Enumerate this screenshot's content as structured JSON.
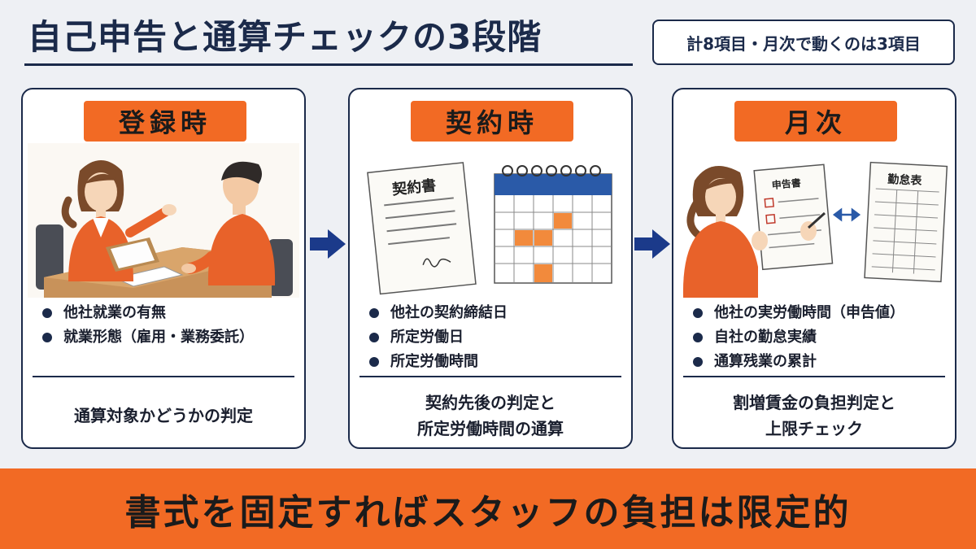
{
  "header": {
    "title": "自己申告と通算チェックの3段階",
    "count_badge": "計8項目・月次で動くのは3項目"
  },
  "stages": [
    {
      "label": "登録時",
      "bullets": [
        "他社就業の有無",
        "就業形態（雇用・業務委託）"
      ],
      "result": "通算対象かどうかの判定"
    },
    {
      "label": "契約時",
      "illustration_text": [
        "契約書"
      ],
      "bullets": [
        "他社の契約締結日",
        "所定労働日",
        "所定労働時間"
      ],
      "result": "契約先後の判定と\n所定労働時間の通算"
    },
    {
      "label": "月次",
      "illustration_text": [
        "申告書",
        "勤怠表"
      ],
      "bullets": [
        "他社の実労働時間（申告値）",
        "自社の勤怠実績",
        "通算残業の累計"
      ],
      "result": "割増賃金の負担判定と\n上限チェック"
    }
  ],
  "footer": {
    "text": "書式を固定すればスタッフの負担は限定的"
  },
  "colors": {
    "accent": "#f26a24",
    "navy": "#1b2a4a",
    "background": "#eef0f4"
  }
}
